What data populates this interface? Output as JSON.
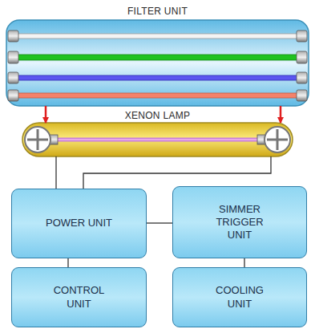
{
  "diagram": {
    "nodes": [
      {
        "text": [
          "FILTER UNIT"
        ]
      },
      {
        "text": [
          "XENON LAMP"
        ]
      },
      {
        "text": [
          "POWER UNIT"
        ]
      },
      {
        "text": [
          "SIMMER TRIGGER UNIT"
        ]
      },
      {
        "text": [
          "CONTROL UNIT"
        ]
      },
      {
        "text": [
          "COOLING UNIT"
        ]
      }
    ],
    "edges": [
      {
        "from": 0,
        "to": 1,
        "arrow": "to"
      },
      {
        "from": 0,
        "to": 1,
        "arrow": "to"
      },
      {
        "from": 1,
        "to": 2,
        "arrow": "none"
      },
      {
        "from": 1,
        "to": 2,
        "arrow": "none"
      },
      {
        "from": 2,
        "to": 3,
        "arrow": "none"
      },
      {
        "from": 2,
        "to": 4,
        "arrow": "none"
      },
      {
        "from": 3,
        "to": 5,
        "arrow": "none"
      }
    ]
  }
}
